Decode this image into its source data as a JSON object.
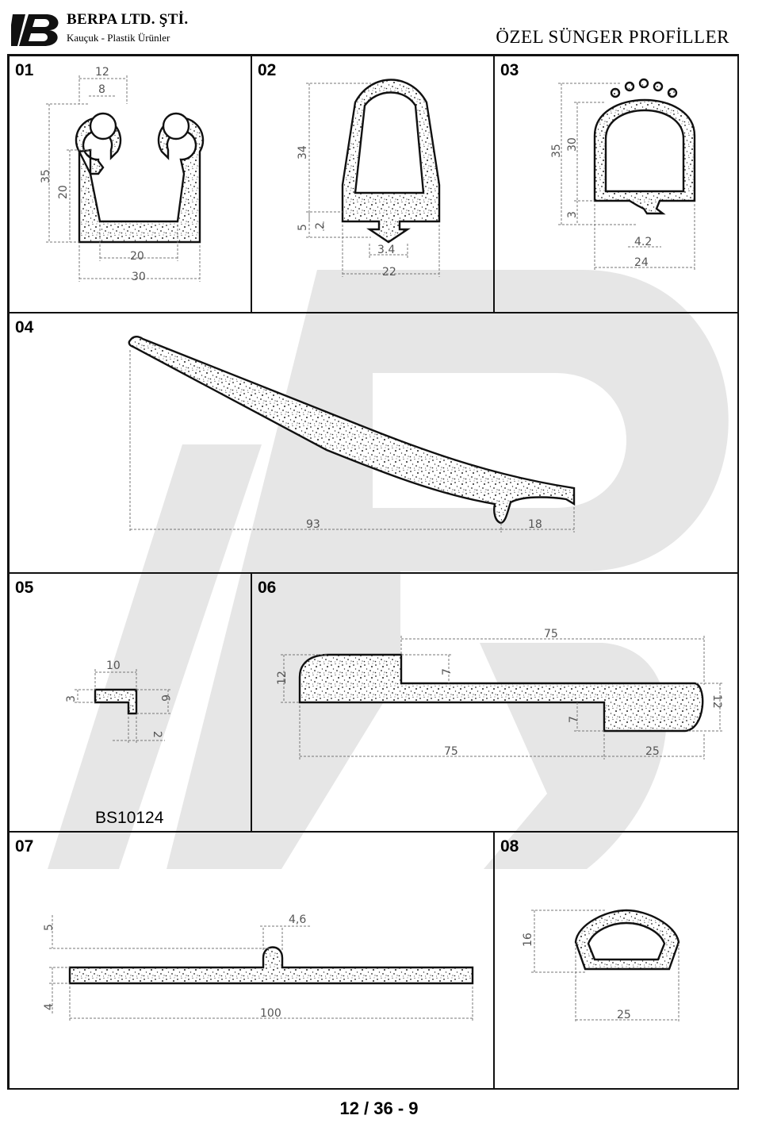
{
  "header": {
    "company": "BERPA LTD. ŞTİ.",
    "tagline": "Kauçuk - Plastik Ürünler",
    "title": "ÖZEL SÜNGER PROFİLLER"
  },
  "profiles": [
    {
      "number": "01",
      "dimensions": [
        "12",
        "8",
        "35",
        "20",
        "20",
        "30"
      ]
    },
    {
      "number": "02",
      "dimensions": [
        "34",
        "5",
        "2",
        "3.4",
        "22"
      ]
    },
    {
      "number": "03",
      "dimensions": [
        "35",
        "30",
        "3",
        "4.2",
        "24"
      ]
    },
    {
      "number": "04",
      "dimensions": [
        "93",
        "18"
      ]
    },
    {
      "number": "05",
      "code": "BS10124",
      "dimensions": [
        "10",
        "3",
        "6",
        "2"
      ]
    },
    {
      "number": "06",
      "dimensions": [
        "75",
        "12",
        "7",
        "7",
        "12",
        "75",
        "25"
      ]
    },
    {
      "number": "07",
      "dimensions": [
        "5",
        "4,6",
        "4",
        "100"
      ]
    },
    {
      "number": "08",
      "dimensions": [
        "16",
        "25"
      ]
    }
  ],
  "footer": {
    "page": "12 / 36 - 9"
  },
  "colors": {
    "watermark": "#e6e6e6",
    "line": "#111111",
    "dimension": "#777777"
  }
}
